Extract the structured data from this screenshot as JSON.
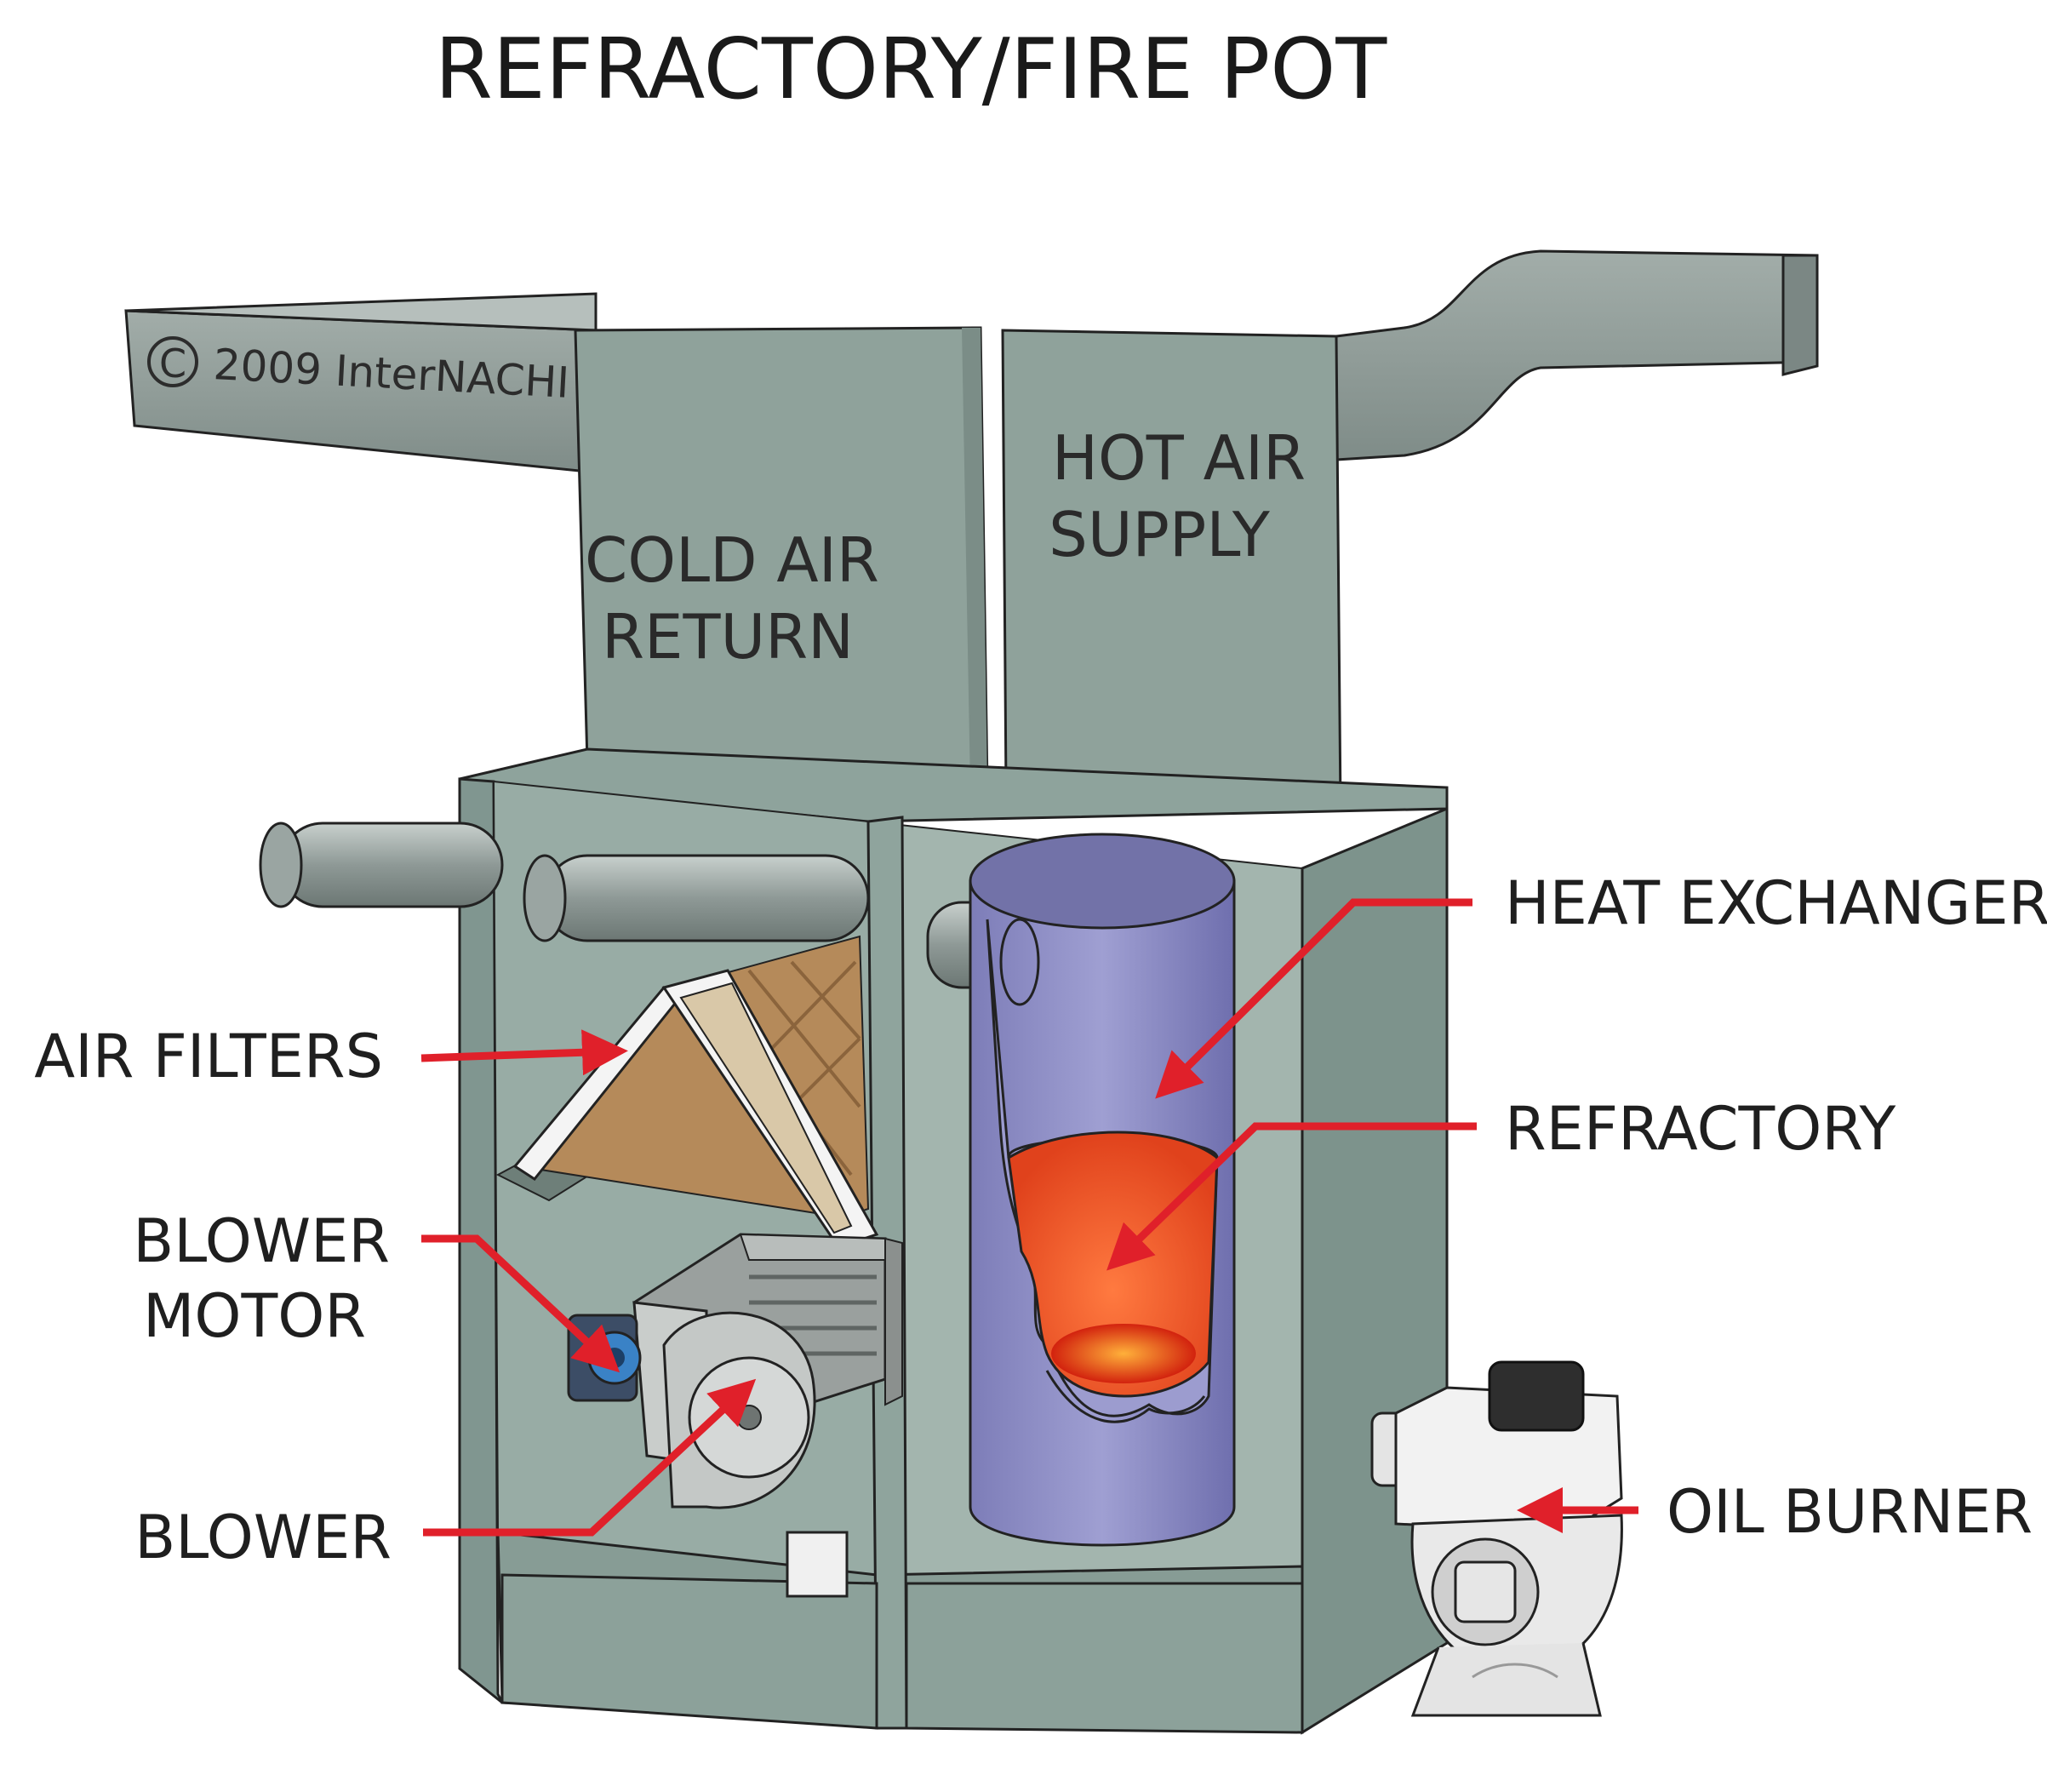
{
  "title": "REFRACTORY/FIRE POT",
  "copyright": "2009 InterNACHI",
  "duct_labels": {
    "cold_line1": "COLD AIR",
    "cold_line2": "RETURN",
    "hot_line1": "HOT AIR",
    "hot_line2": "SUPPLY"
  },
  "callouts": {
    "air_filters": "AIR FILTERS",
    "blower_motor_line1": "BLOWER",
    "blower_motor_line2": "MOTOR",
    "blower": "BLOWER",
    "heat_exchanger": "HEAT EXCHANGER",
    "refractory": "REFRACTORY",
    "oil_burner": "OIL BURNER"
  },
  "colors": {
    "callout_arrow": "#e0202a",
    "duct": "#8e9c98",
    "cabinet": "#8fa39c",
    "heat_exchanger": "#8f8fc4",
    "flame": "#f0602a"
  }
}
